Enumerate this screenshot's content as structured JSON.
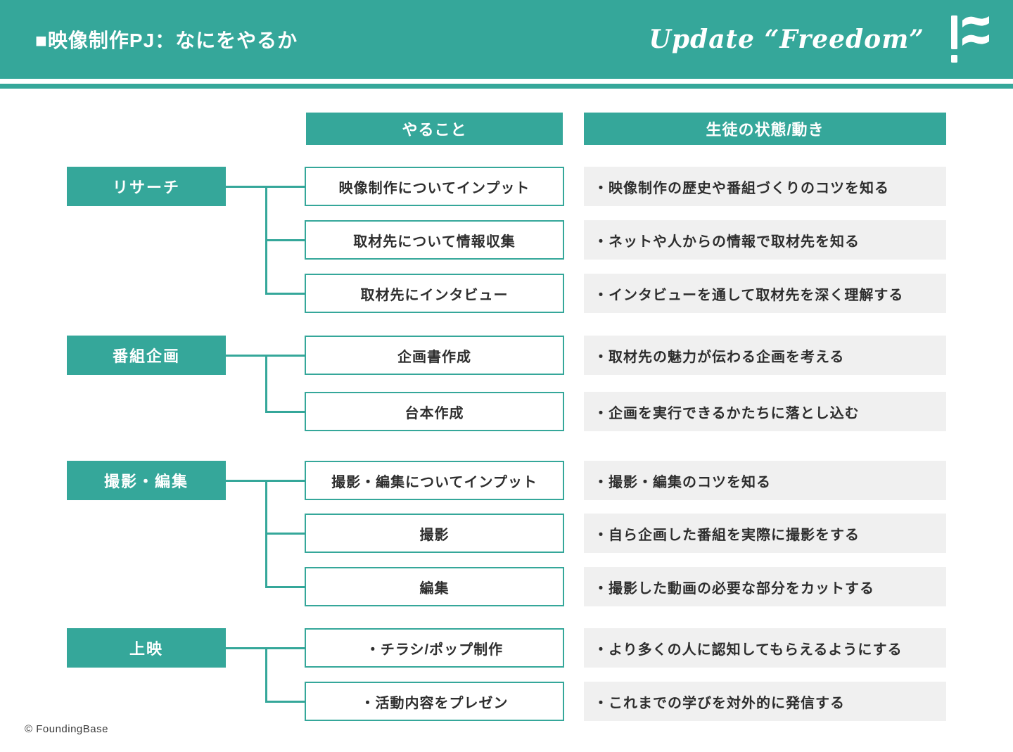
{
  "header": {
    "title": "■映像制作PJ：なにをやるか",
    "brand": "Update “Freedom”",
    "logo_icon": "flag-exclamation-icon"
  },
  "columns": {
    "todo": "やること",
    "state": "生徒の状態/動き"
  },
  "groups": [
    {
      "label": "リサーチ",
      "rows": [
        {
          "todo": "映像制作についてインプット",
          "state": "・映像制作の歴史や番組づくりのコツを知る"
        },
        {
          "todo": "取材先について情報収集",
          "state": "・ネットや人からの情報で取材先を知る"
        },
        {
          "todo": "取材先にインタビュー",
          "state": "・インタビューを通して取材先を深く理解する"
        }
      ]
    },
    {
      "label": "番組企画",
      "rows": [
        {
          "todo": "企画書作成",
          "state": "・取材先の魅力が伝わる企画を考える"
        },
        {
          "todo": "台本作成",
          "state": "・企画を実行できるかたちに落とし込む"
        }
      ]
    },
    {
      "label": "撮影・編集",
      "rows": [
        {
          "todo": "撮影・編集についてインプット",
          "state": "・撮影・編集のコツを知る"
        },
        {
          "todo": "撮影",
          "state": "・自ら企画した番組を実際に撮影をする"
        },
        {
          "todo": "編集",
          "state": "・撮影した動画の必要な部分をカットする"
        }
      ]
    },
    {
      "label": "上映",
      "rows": [
        {
          "todo": "・チラシ/ポップ制作",
          "state": "・より多くの人に認知してもらえるようにする"
        },
        {
          "todo": "・活動内容をプレゼン",
          "state": "・これまでの学びを対外的に発信する"
        }
      ]
    }
  ],
  "footer": {
    "copyright": "© FoundingBase"
  },
  "colors": {
    "teal": "#35a79a",
    "gray_box": "#f0f0f0",
    "text_dark": "#2e2e2e",
    "header_text": "#ffffff"
  }
}
